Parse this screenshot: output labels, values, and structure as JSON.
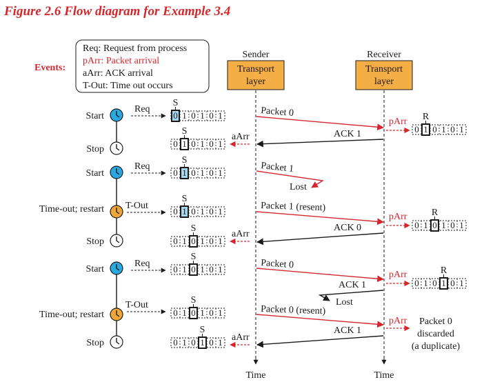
{
  "figure": {
    "title": "Figure 2.6  Flow diagram for Example 3.4",
    "events_label": "Events:",
    "legend": [
      "Req: Request from process",
      "pArr: Packet arrival",
      "aArr: ACK arrival",
      "T-Out: Time out occurs"
    ]
  },
  "sender": {
    "title": "Sender",
    "box": [
      "Transport",
      "layer"
    ],
    "time_label": "Time"
  },
  "receiver": {
    "title": "Receiver",
    "box": [
      "Transport",
      "layer"
    ],
    "time_label": "Time"
  },
  "timer_events": [
    "Start",
    "Stop",
    "Start",
    "Time-out; restart",
    "Stop",
    "Start",
    "Time-out; restart",
    "Stop"
  ],
  "event_labels": {
    "req": "Req",
    "tout": "T-Out",
    "aarr": "aArr",
    "parr": "pArr"
  },
  "window_bits": [
    "0",
    "1",
    "0",
    "1",
    "0",
    "1"
  ],
  "pointer_labels": {
    "send": "S",
    "recv": "R"
  },
  "packets": [
    "Packet 0",
    "Packet 1",
    "Packet 1 (resent)",
    "Packet 0",
    "Packet 0 (resent)"
  ],
  "acks": [
    "ACK 1",
    "ACK 0",
    "ACK 1",
    "ACK 1"
  ],
  "lost_label": "Lost",
  "discard_note": [
    "Packet 0",
    "discarded",
    "(a duplicate)"
  ],
  "colors": {
    "red": "#d6262b",
    "box_fill": "#f5ad45",
    "timer_blue": "#29a9e0",
    "timer_orange": "#f0a738",
    "cell_blue": "#a8d8f0"
  }
}
